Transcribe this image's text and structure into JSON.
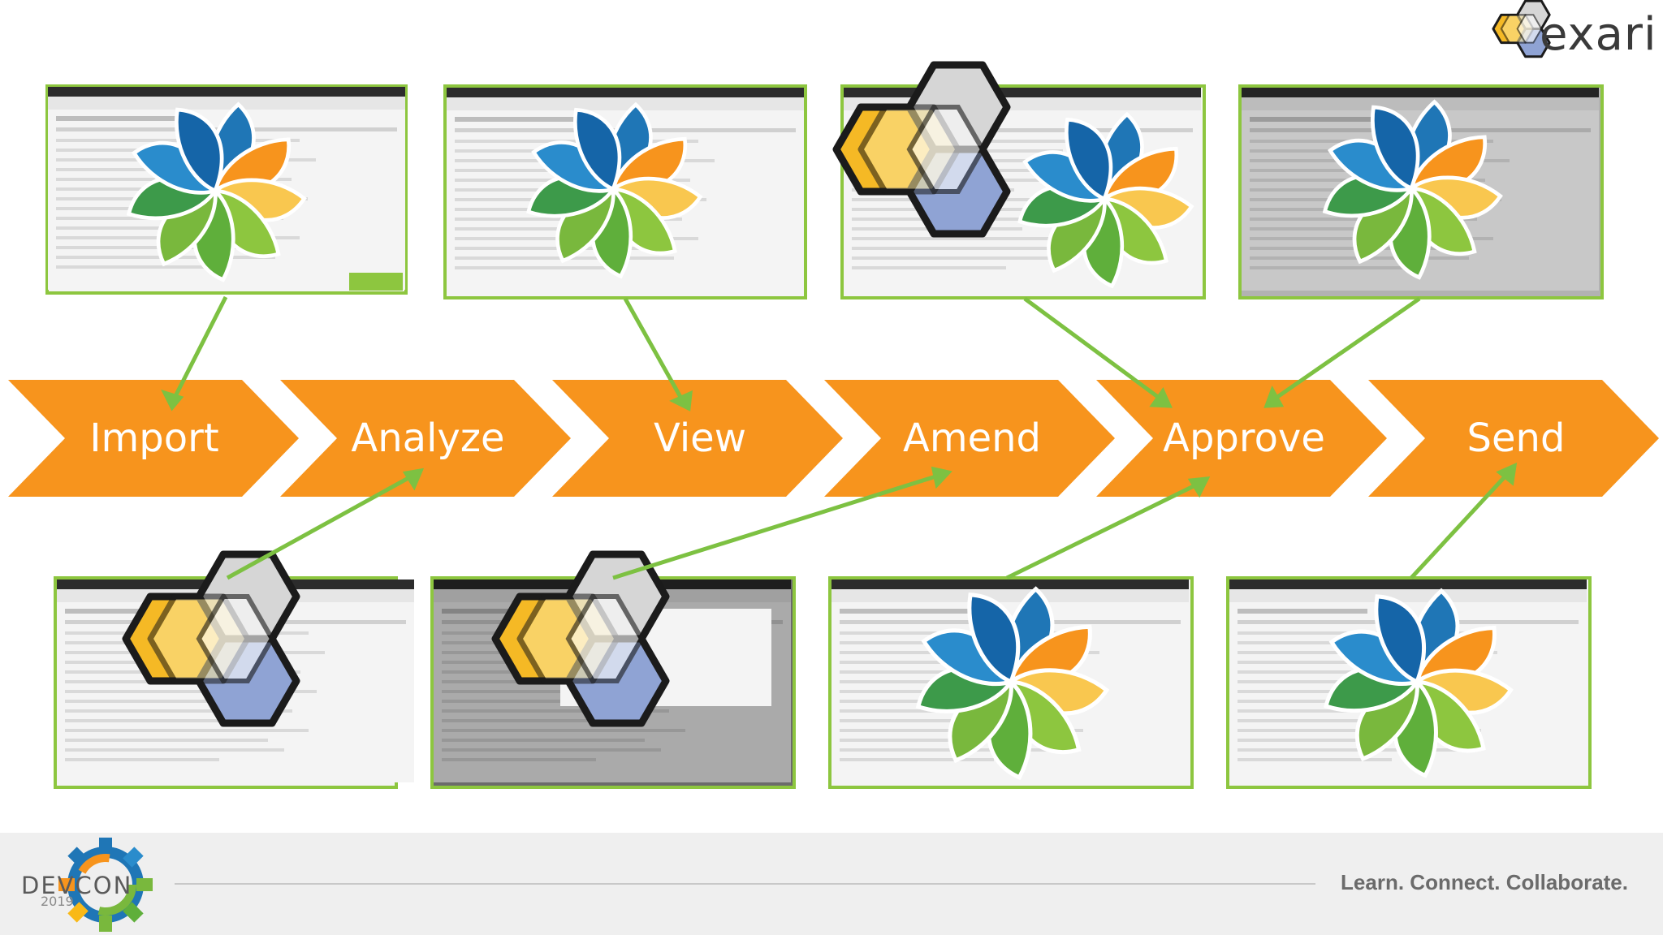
{
  "logo": {
    "brand": "exari",
    "icon": "hexagon-cluster-icon"
  },
  "steps": [
    "Import",
    "Analyze",
    "View",
    "Amend",
    "Approve",
    "Send"
  ],
  "colors": {
    "chevron": "#f7941d",
    "connector": "#7dc142",
    "frame": "#8dc63f",
    "blue": "#1f76b6",
    "yellow": "#f9b917",
    "green": "#79b83d",
    "hex_yellow": "#f5b925",
    "hex_gray": "#d6d6d6",
    "hex_blue": "#8fa3d4"
  },
  "thumbnails": [
    {
      "row": "top",
      "overlay": "alfresco-flower-icon"
    },
    {
      "row": "top",
      "overlay": "alfresco-flower-icon"
    },
    {
      "row": "top",
      "overlay": "exari-hexagons-and-flower-icon"
    },
    {
      "row": "top",
      "overlay": "alfresco-flower-icon"
    },
    {
      "row": "bottom",
      "overlay": "exari-hexagons-icon"
    },
    {
      "row": "bottom",
      "overlay": "exari-hexagons-icon"
    },
    {
      "row": "bottom",
      "overlay": "alfresco-flower-icon"
    },
    {
      "row": "bottom",
      "overlay": "alfresco-flower-icon"
    }
  ],
  "footer": {
    "event_name": "DEVCON",
    "event_year": "2019",
    "tagline": "Learn. Connect. Collaborate."
  }
}
